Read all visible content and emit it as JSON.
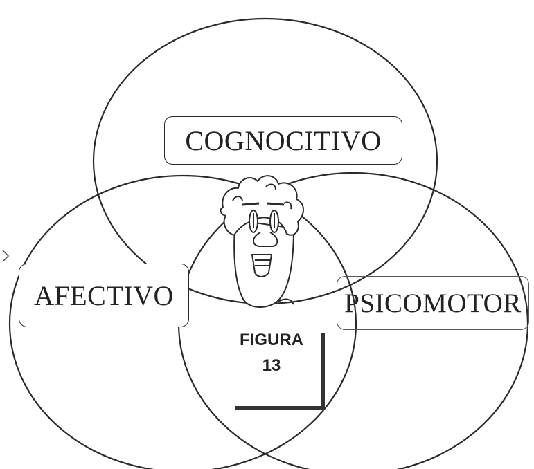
{
  "diagram": {
    "circles": [
      {
        "key": "cognocitivo",
        "label": "COGNOCITIVO"
      },
      {
        "key": "afectivo",
        "label": "AFECTIVO"
      },
      {
        "key": "psicomotor",
        "label": "PSICOMOTOR"
      }
    ],
    "figure_caption": {
      "title": "FIGURA",
      "number": "13"
    },
    "center_illustration": "smiling-face-icon",
    "colors": {
      "stroke": "#2a2a2a",
      "background": "#ffffff"
    }
  }
}
